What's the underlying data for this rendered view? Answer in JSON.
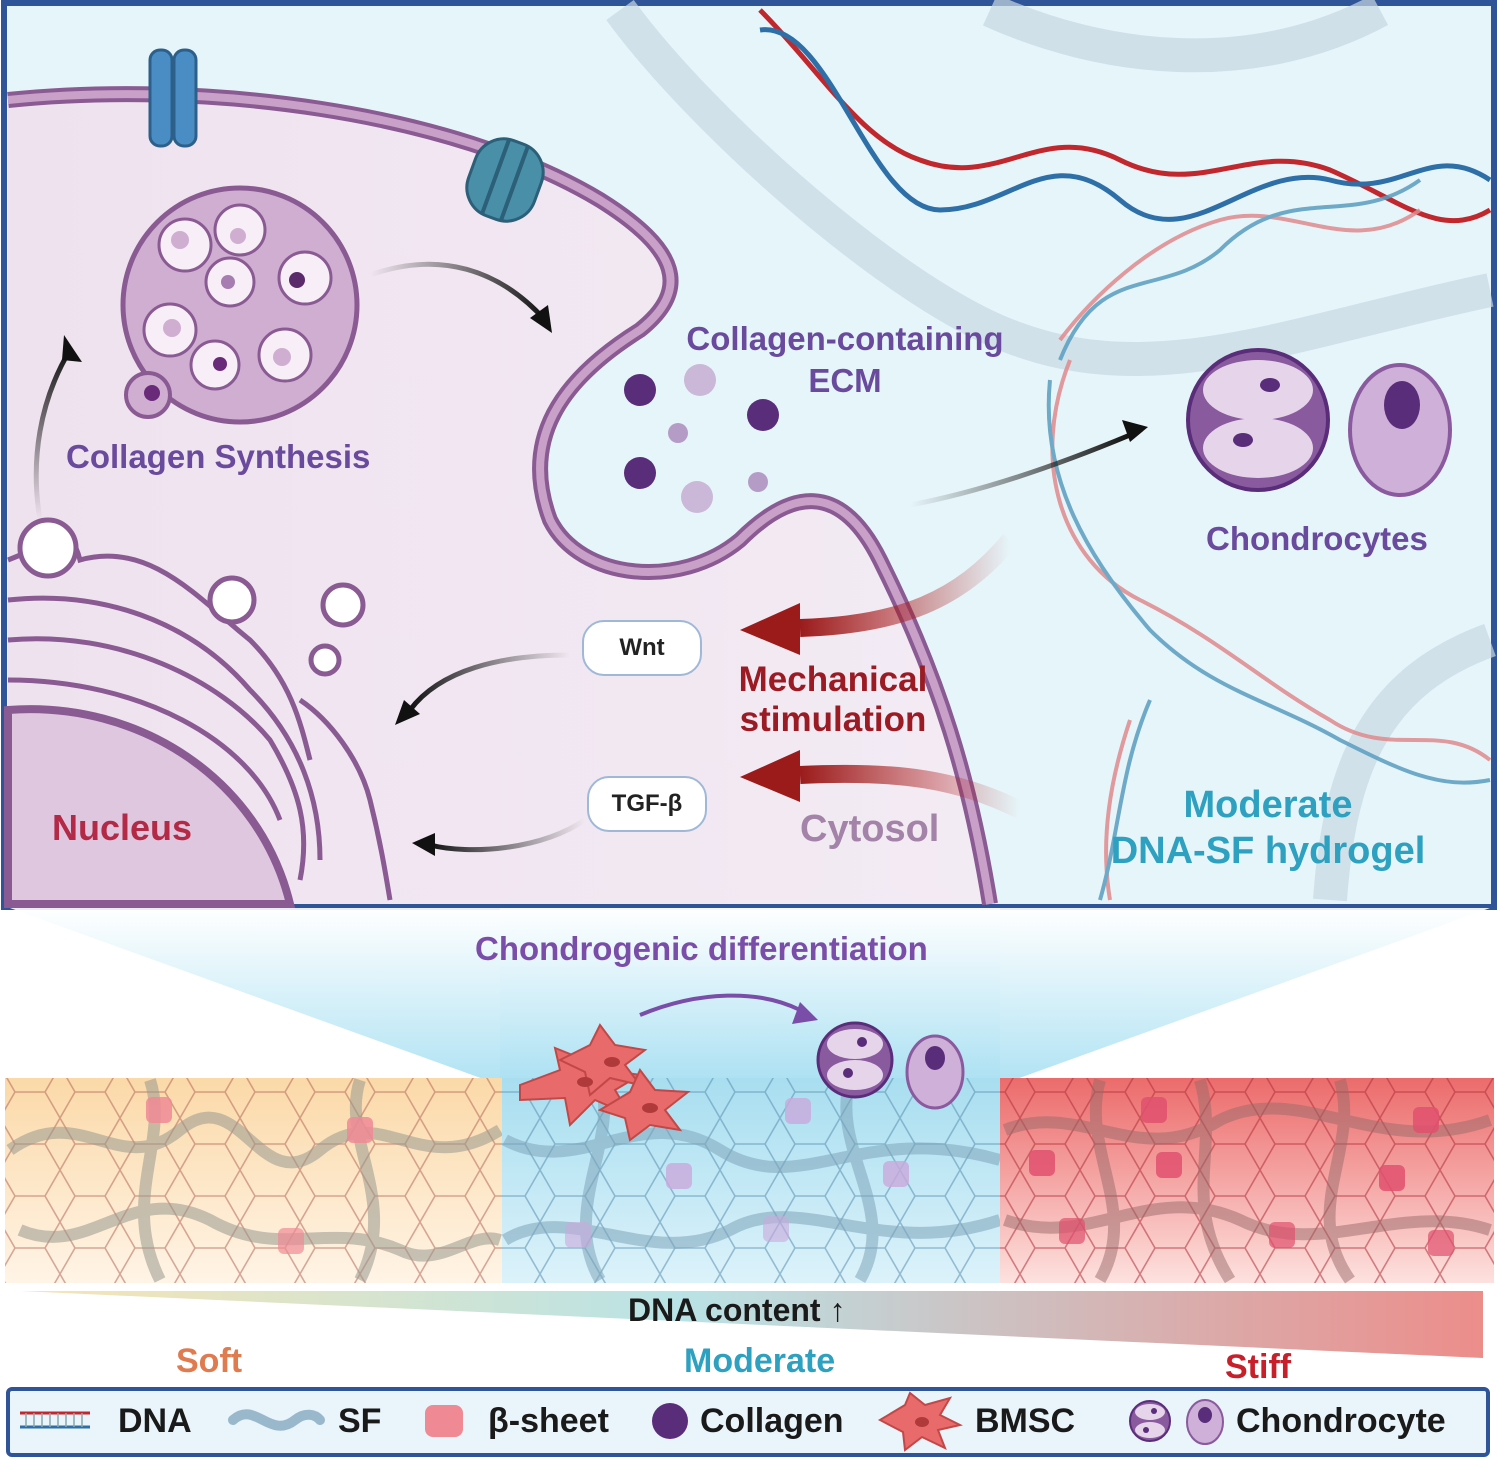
{
  "top_panel": {
    "collagen_synthesis": "Collagen Synthesis",
    "ecm_line1": "Collagen-containing",
    "ecm_line2": "ECM",
    "chondrocytes": "Chondrocytes",
    "wnt": "Wnt",
    "tgf": "TGF-β",
    "mech_line1": "Mechanical",
    "mech_line2": "stimulation",
    "nucleus": "Nucleus",
    "cytosol": "Cytosol",
    "hydrogel_line1": "Moderate",
    "hydrogel_line2": "DNA-SF hydrogel"
  },
  "middle": {
    "chondrogenic": "Chondrogenic differentiation"
  },
  "gradient": {
    "dna_content": "DNA content ↑",
    "soft": "Soft",
    "moderate": "Moderate",
    "stiff": "Stiff"
  },
  "legend": {
    "dna": "DNA",
    "sf": "SF",
    "beta_sheet": "β-sheet",
    "collagen": "Collagen",
    "bmsc": "BMSC",
    "chondrocyte": "Chondrocyte"
  },
  "colors": {
    "frame": "#2f5497",
    "purple_text": "#6a4a9c",
    "dark_red": "#9b1b24",
    "teal": "#2ea0c0",
    "soft": "#e07a4f",
    "stiff": "#c8202a",
    "nucleus": "#b22a45"
  }
}
